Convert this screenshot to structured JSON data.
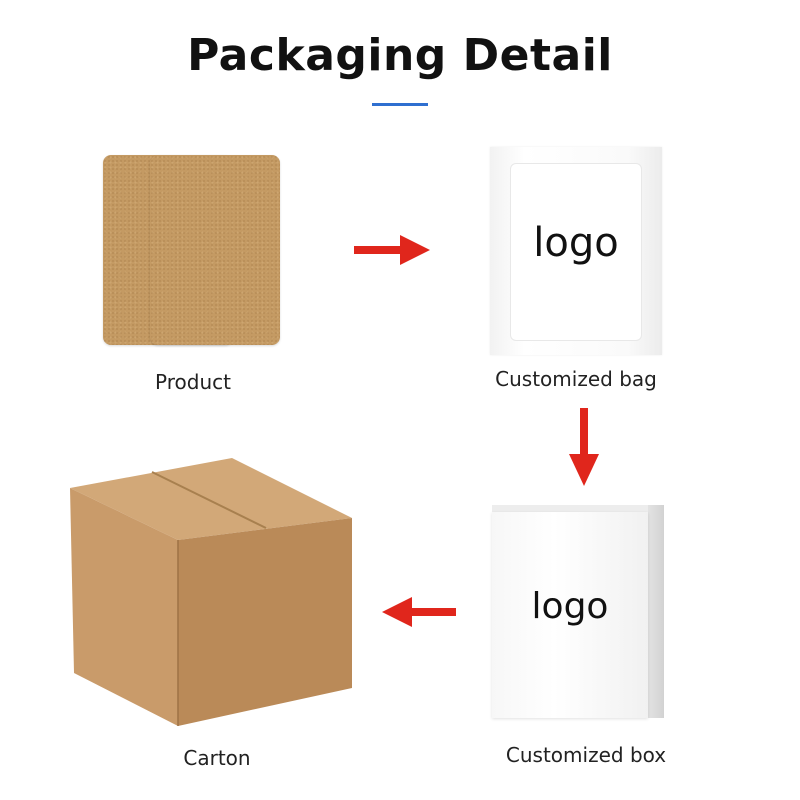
{
  "title": "Packaging Detail",
  "steps": {
    "product": {
      "caption": "Product"
    },
    "bag": {
      "caption": "Customized bag",
      "logo_text": "logo"
    },
    "box": {
      "caption": "Customized box",
      "logo_text": "logo"
    },
    "carton": {
      "caption": "Carton"
    }
  },
  "colors": {
    "accent_bar": "#2f6fd0",
    "arrow": "#e0261c",
    "kraft": "#c49a63"
  }
}
